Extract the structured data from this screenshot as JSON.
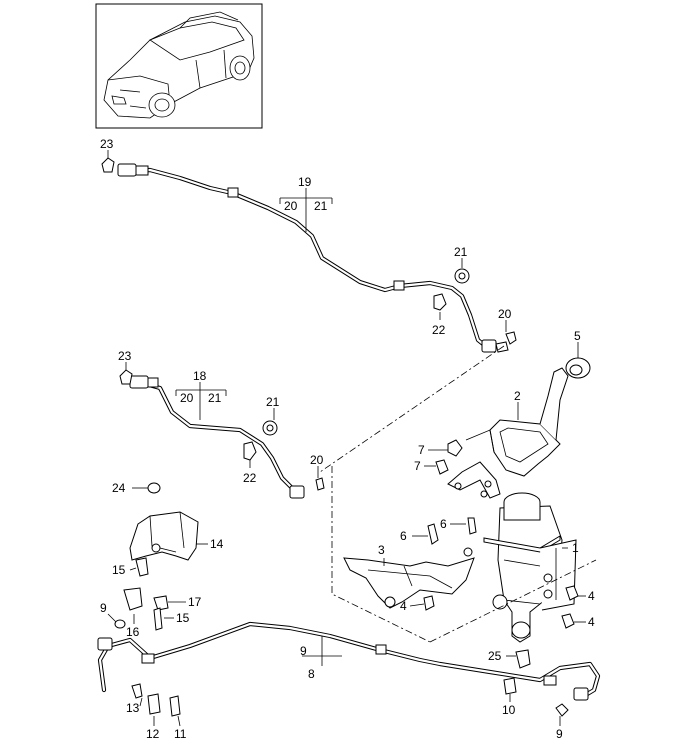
{
  "callouts": {
    "c1": "1",
    "c2": "2",
    "c3": "3",
    "c4a": "4",
    "c4b": "4",
    "c4c": "4",
    "c5": "5",
    "c6a": "6",
    "c6b": "6",
    "c7a": "7",
    "c7b": "7",
    "c8": "8",
    "c9a": "9",
    "c9b": "9",
    "c9c": "9",
    "c10": "10",
    "c11": "11",
    "c12": "12",
    "c13": "13",
    "c14": "14",
    "c15a": "15",
    "c15b": "15",
    "c16": "16",
    "c17": "17",
    "c18": "18",
    "c19": "19",
    "c20a": "20",
    "c20b": "20",
    "c20c": "20",
    "c20d": "20",
    "c21a": "21",
    "c21b": "21",
    "c21c": "21",
    "c21d": "21",
    "c22a": "22",
    "c22b": "22",
    "c23a": "23",
    "c23b": "23",
    "c24": "24",
    "c25": "25"
  },
  "icons": {
    "vehicle": "suv-outline-icon"
  }
}
